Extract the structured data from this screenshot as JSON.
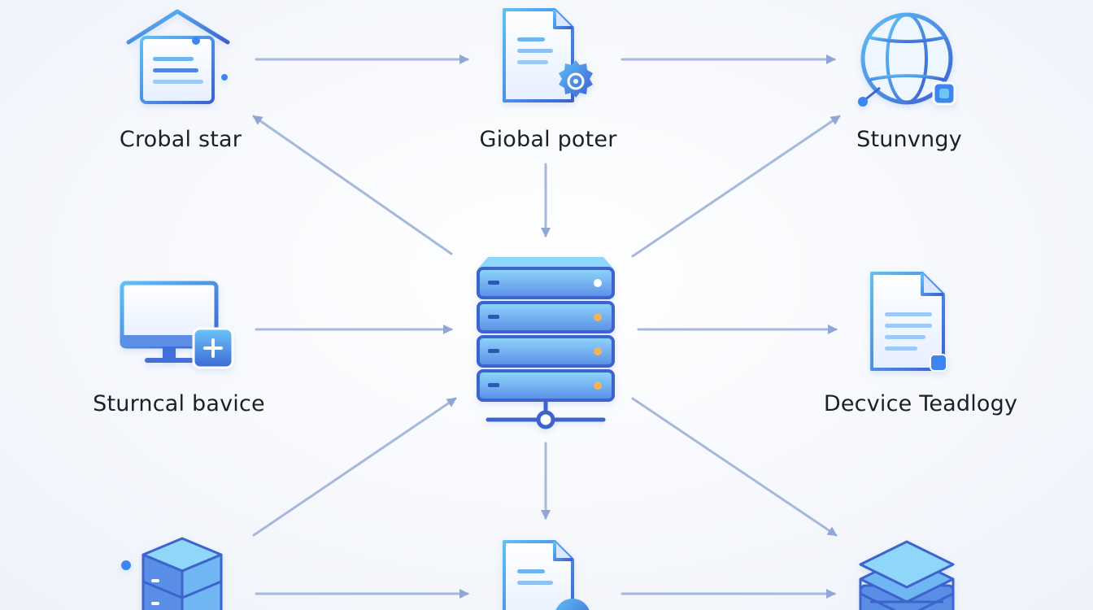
{
  "colors": {
    "arrow": "#a6b9dc",
    "arrowhead": "#8fa7d6",
    "icon_light": "#5fb8f4",
    "icon_dark": "#3f6fd8",
    "icon_stroke": "#3a66cc",
    "icon_fill_light": "#eef5ff",
    "accent_dot": "#3d86f0",
    "led_orange": "#f3b35a"
  },
  "nodes": [
    {
      "id": "top-left",
      "label": "Crobal star",
      "icon": "house-document-icon"
    },
    {
      "id": "top-center",
      "label": "Giobal poter",
      "icon": "document-gear-icon"
    },
    {
      "id": "top-right",
      "label": "Stunvngy",
      "icon": "globe-network-icon"
    },
    {
      "id": "mid-left",
      "label": "Sturncal bavice",
      "icon": "monitor-add-icon"
    },
    {
      "id": "center",
      "label": "",
      "icon": "server-rack-icon"
    },
    {
      "id": "mid-right",
      "label": "Decvice Teadlogy",
      "icon": "document-icon"
    },
    {
      "id": "bottom-left",
      "label": "",
      "icon": "database-stack-icon"
    },
    {
      "id": "bottom-center",
      "label": "",
      "icon": "document-gear-icon"
    },
    {
      "id": "bottom-right",
      "label": "",
      "icon": "layers-stack-icon"
    }
  ]
}
